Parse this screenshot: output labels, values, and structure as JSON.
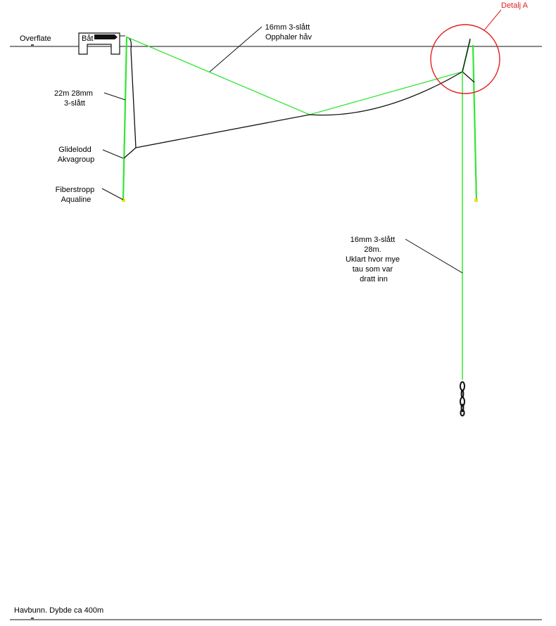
{
  "labels": {
    "surface": "Overflate",
    "boat": "Båt",
    "rope_22m": [
      "22m 28mm",
      "3-slått"
    ],
    "glidelodd": [
      "Glidelodd",
      "Akvagroup"
    ],
    "fiberstropp": [
      "Fiberstropp",
      "Aqualine"
    ],
    "rope_16mm_top": [
      "16mm 3-slått",
      "Opphaler håv"
    ],
    "detail": "Detalj A",
    "rope_16mm_down": [
      "16mm 3-slått",
      "28m.",
      "Uklart hvor mye",
      "tau som var",
      "dratt inn"
    ],
    "seabed": "Havbunn. Dybde ca 400m"
  },
  "colors": {
    "rope_green": "#33e633",
    "line_black": "#111111",
    "detail_red": "#e02020",
    "marker_yellow": "#f5e000"
  },
  "icons": [
    "boat-icon",
    "chain-icon",
    "yellow-marker-icon"
  ]
}
